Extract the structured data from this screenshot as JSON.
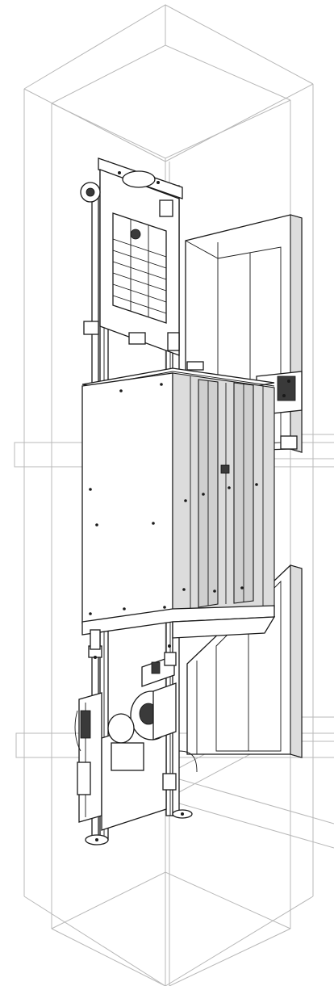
{
  "colors": {
    "shaft_line": "#b8b8b8",
    "ink": "#1a1a1a",
    "door_panel": "#dcdcdc",
    "background": "#ffffff"
  },
  "components": [
    {
      "id": "hoistway-shaft",
      "icon": "wireframe-shaft"
    },
    {
      "id": "counterweight-frame",
      "icon": "counterweight"
    },
    {
      "id": "elevator-car",
      "icon": "cabin"
    },
    {
      "id": "car-doors",
      "icon": "sliding-doors"
    },
    {
      "id": "landing-doors",
      "icon": "landing-door"
    },
    {
      "id": "drive-machine",
      "icon": "motor"
    },
    {
      "id": "guide-rails",
      "icon": "rail"
    },
    {
      "id": "rail-brackets",
      "icon": "bracket"
    }
  ]
}
